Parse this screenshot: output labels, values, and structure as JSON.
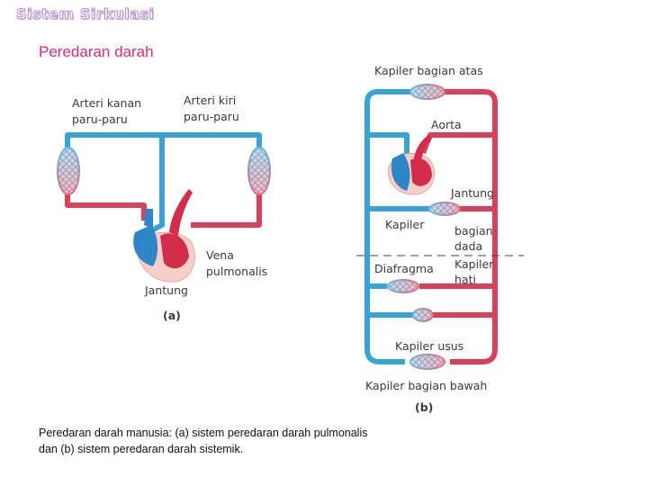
{
  "header": {
    "logo_text": "Sistem Sirkulasi",
    "title": "Peredaran darah"
  },
  "diagram_a": {
    "labels": {
      "arteri_kanan_1": "Arteri kanan",
      "arteri_kanan_2": "paru-paru",
      "arteri_kiri_1": "Arteri kiri",
      "arteri_kiri_2": "paru-paru",
      "vena_1": "Vena",
      "vena_2": "pulmonalis",
      "jantung": "Jantung",
      "tag": "(a)"
    }
  },
  "diagram_b": {
    "labels": {
      "kapiler_atas": "Kapiler bagian atas",
      "aorta": "Aorta",
      "jantung": "Jantung",
      "kapiler": "Kapiler",
      "bagian": "bagian",
      "dada": "dada",
      "diafragma": "Diafragma",
      "kapiler_hati_1": "Kapiler",
      "kapiler_hati_2": "hati",
      "kapiler_usus": "Kapiler usus",
      "kapiler_bawah": "Kapiler bagian bawah",
      "tag": "(b)"
    }
  },
  "caption": "Peredaran darah manusia: (a) sistem peredaran darah pulmonalis dan (b) sistem peredaran darah sistemik.",
  "colors": {
    "vein_blue": "#3aa3d6",
    "artery_red": "#d9405a",
    "title_pink": "#e0287e"
  }
}
